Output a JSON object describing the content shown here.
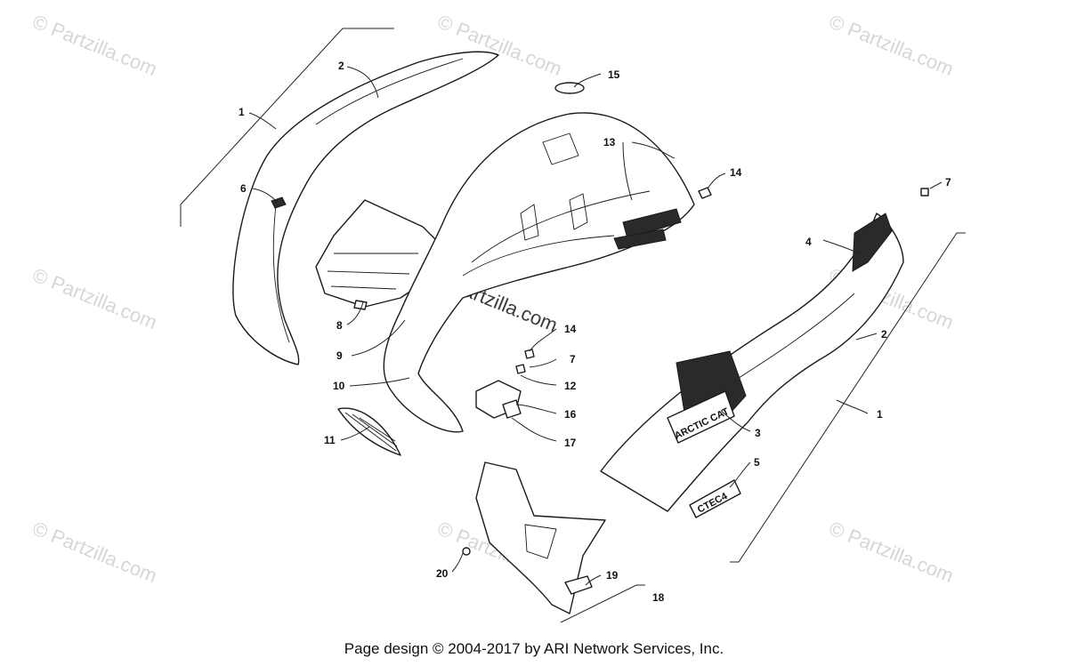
{
  "watermark": "© Partzilla.com",
  "footer": "Page design © 2004-2017 by ARI Network Services, Inc.",
  "decals": {
    "brand": "ARCTIC CAT",
    "model": "CTEC4"
  },
  "callouts": [
    "1",
    "2",
    "6",
    "8",
    "9",
    "10",
    "11",
    "15",
    "13",
    "14",
    "14",
    "7",
    "12",
    "16",
    "17",
    "4",
    "7",
    "2",
    "1",
    "3",
    "5",
    "19",
    "20",
    "18"
  ]
}
